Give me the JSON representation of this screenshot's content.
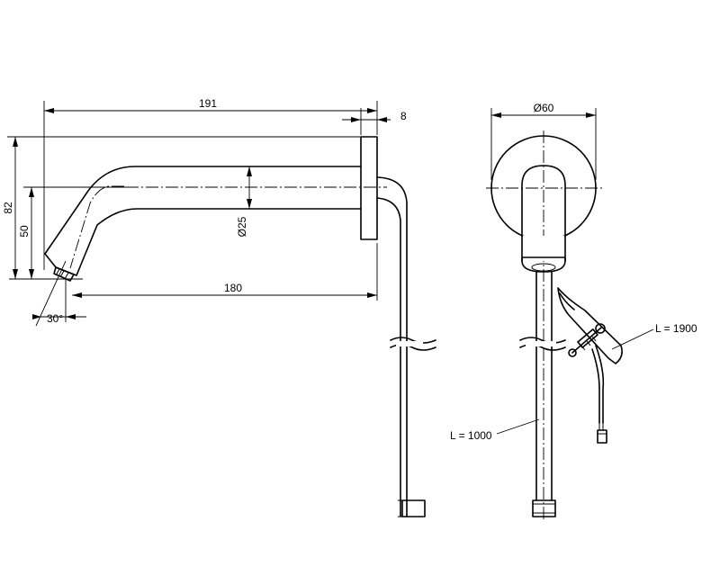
{
  "dimensions": {
    "overall_length": "191",
    "flange_thickness": "8",
    "total_height": "82",
    "outlet_height": "50",
    "pipe_diameter": "Ø25",
    "spout_projection": "180",
    "outlet_angle": "30°",
    "flange_diameter": "Ø60"
  },
  "cables": {
    "supply_pipe_length": "L = 1000",
    "sensor_cable_length": "L = 1900"
  }
}
